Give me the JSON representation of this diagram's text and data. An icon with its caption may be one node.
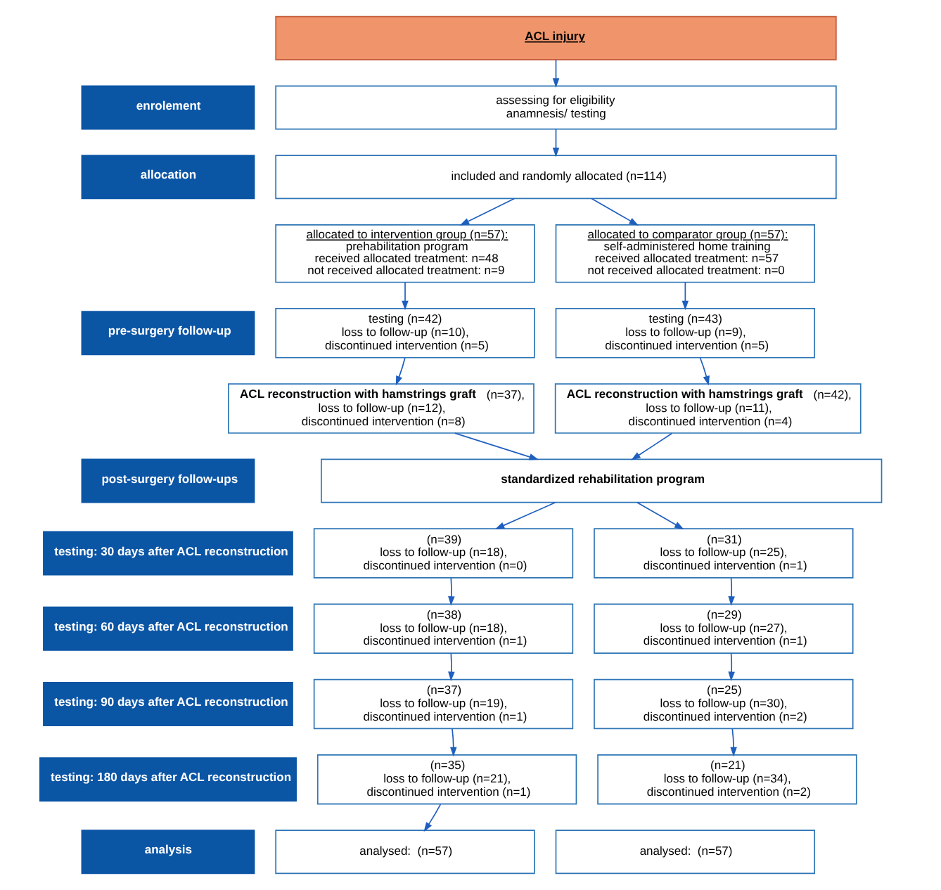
{
  "diagram": {
    "nodes": [
      {
        "text": [
          "ACL injury"
        ]
      },
      {
        "text": [
          "enrolement"
        ]
      },
      {
        "text": [
          "assessing for eligibility",
          "anamnesis/ testing"
        ]
      },
      {
        "text": [
          "allocation"
        ]
      },
      {
        "text": [
          "included and randomly allocated (n=114)"
        ]
      },
      {
        "text": [
          "allocated to intervention group (n=57):",
          "prehabilitation program",
          "received allocated treatment: n=48",
          "not received allocated treatment: n=9"
        ]
      },
      {
        "text": [
          "allocated to comparator group (n=57):",
          "self-administered home training",
          "received allocated treatment: n=57",
          "not received allocated treatment: n=0"
        ]
      },
      {
        "text": [
          "pre-surgery follow-up"
        ]
      },
      {
        "text": [
          "testing (n=42)",
          "loss to follow-up (n=10),",
          "discontinued intervention (n=5)"
        ]
      },
      {
        "text": [
          "testing (n=43)",
          "loss to follow-up (n=9),",
          "discontinued intervention (n=5)"
        ]
      },
      {
        "text": [
          "**ACL reconstruction with hamstrings graft** (n=37),",
          "loss to follow-up (n=12),",
          "discontinued intervention (n=8)"
        ]
      },
      {
        "text": [
          "**ACL reconstruction with hamstrings graft** (n=42),",
          "loss to follow-up (n=11),",
          "discontinued intervention (n=4)"
        ]
      },
      {
        "text": [
          "post-surgery follow-ups"
        ]
      },
      {
        "text": [
          "standardized rehabilitation program"
        ]
      },
      {
        "text": [
          "testing: 30 days after ACL reconstruction"
        ]
      },
      {
        "text": [
          "(n=39)",
          "loss to follow-up (n=18),",
          "discontinued intervention (n=0)"
        ]
      },
      {
        "text": [
          "(n=31)",
          "loss to follow-up (n=25),",
          "discontinued intervention (n=1)"
        ]
      },
      {
        "text": [
          "testing: 60 days after ACL reconstruction"
        ]
      },
      {
        "text": [
          "(n=38)",
          "loss to follow-up (n=18),",
          "discontinued intervention (n=1)"
        ]
      },
      {
        "text": [
          "(n=29)",
          "loss to follow-up (n=27),",
          "discontinued intervention (n=1)"
        ]
      },
      {
        "text": [
          "testing: 90 days after ACL reconstruction"
        ]
      },
      {
        "text": [
          "(n=37)",
          "loss to follow-up (n=19),",
          "discontinued intervention (n=1)"
        ]
      },
      {
        "text": [
          "(n=25)",
          "loss to follow-up (n=30),",
          "discontinued intervention (n=2)"
        ]
      },
      {
        "text": [
          "testing: 180 days after ACL reconstruction"
        ]
      },
      {
        "text": [
          "(n=35)",
          "loss to follow-up (n=21),",
          "discontinued intervention (n=1)"
        ]
      },
      {
        "text": [
          "(n=21)",
          "loss to follow-up (n=34),",
          "discontinued intervention (n=2)"
        ]
      },
      {
        "text": [
          "analysis"
        ]
      },
      {
        "text": [
          "analysed:  (n=57)"
        ]
      },
      {
        "text": [
          "analysed:  (n=57)"
        ]
      }
    ],
    "edges": [
      {
        "from": 0,
        "to": 2,
        "arrow": "to"
      },
      {
        "from": 2,
        "to": 4,
        "arrow": "to"
      },
      {
        "from": 4,
        "to": 5,
        "arrow": "to"
      },
      {
        "from": 4,
        "to": 6,
        "arrow": "to"
      },
      {
        "from": 5,
        "to": 8,
        "arrow": "to"
      },
      {
        "from": 6,
        "to": 9,
        "arrow": "to"
      },
      {
        "from": 8,
        "to": 10,
        "arrow": "to"
      },
      {
        "from": 9,
        "to": 11,
        "arrow": "to"
      },
      {
        "from": 10,
        "to": 13,
        "arrow": "to"
      },
      {
        "from": 11,
        "to": 13,
        "arrow": "to"
      },
      {
        "from": 13,
        "to": 15,
        "arrow": "to"
      },
      {
        "from": 13,
        "to": 16,
        "arrow": "to"
      },
      {
        "from": 15,
        "to": 18,
        "arrow": "to"
      },
      {
        "from": 16,
        "to": 19,
        "arrow": "to"
      },
      {
        "from": 18,
        "to": 21,
        "arrow": "to"
      },
      {
        "from": 19,
        "to": 22,
        "arrow": "to"
      },
      {
        "from": 21,
        "to": 24,
        "arrow": "to"
      },
      {
        "from": 22,
        "to": 25,
        "arrow": "to"
      },
      {
        "from": 24,
        "to": 27,
        "arrow": "to"
      }
    ]
  }
}
